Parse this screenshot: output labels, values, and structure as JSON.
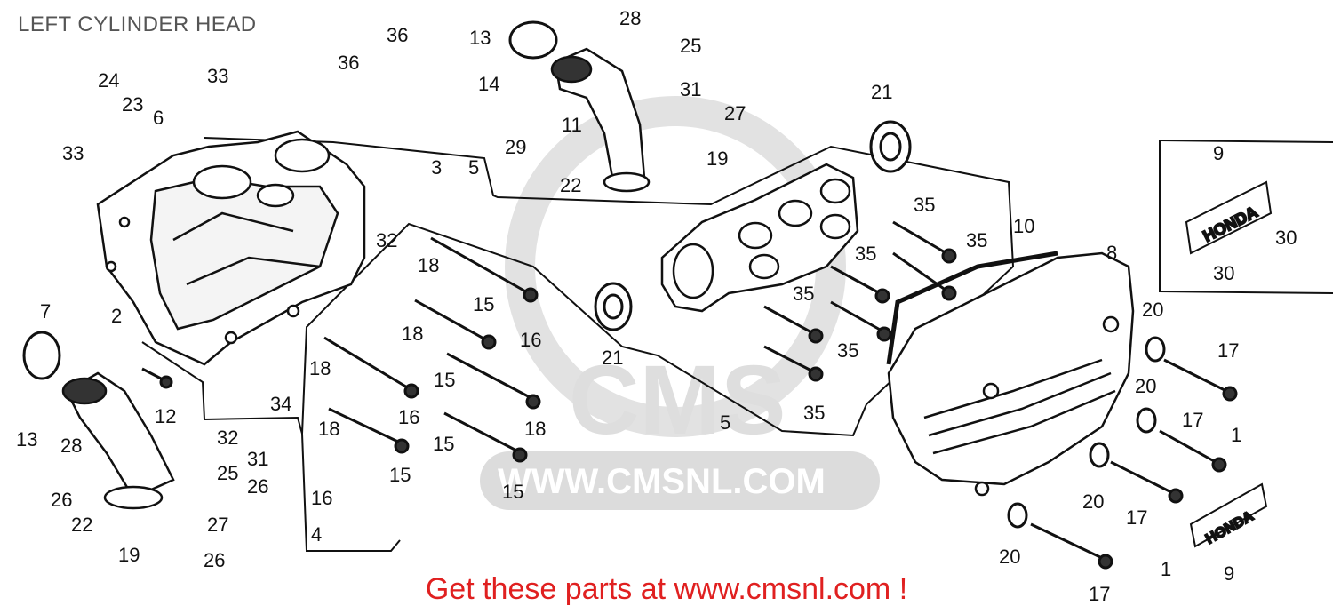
{
  "header": {
    "title": "LEFT CYLINDER HEAD"
  },
  "watermark": {
    "brand": "CMS",
    "url": "WWW.CMSNL.COM",
    "color": "#d8d8d8"
  },
  "footer": {
    "promo": "Get these parts at www.cmsnl.com !",
    "color": "#e02020"
  },
  "inset_plate_text": "HONDA",
  "callouts": [
    "24",
    "23",
    "6",
    "33",
    "33",
    "36",
    "36",
    "13",
    "28",
    "25",
    "31",
    "14",
    "29",
    "11",
    "27",
    "19",
    "22",
    "3",
    "5",
    "21",
    "35",
    "35",
    "35",
    "35",
    "35",
    "35",
    "10",
    "9",
    "30",
    "30",
    "8",
    "20",
    "17",
    "20",
    "17",
    "20",
    "17",
    "1",
    "1",
    "9",
    "20",
    "17",
    "32",
    "18",
    "18",
    "15",
    "16",
    "21",
    "18",
    "15",
    "16",
    "18",
    "15",
    "18",
    "15",
    "15",
    "16",
    "4",
    "5",
    "2",
    "7",
    "13",
    "28",
    "12",
    "34",
    "32",
    "25",
    "31",
    "26",
    "26",
    "22",
    "19",
    "27",
    "26",
    "26"
  ]
}
